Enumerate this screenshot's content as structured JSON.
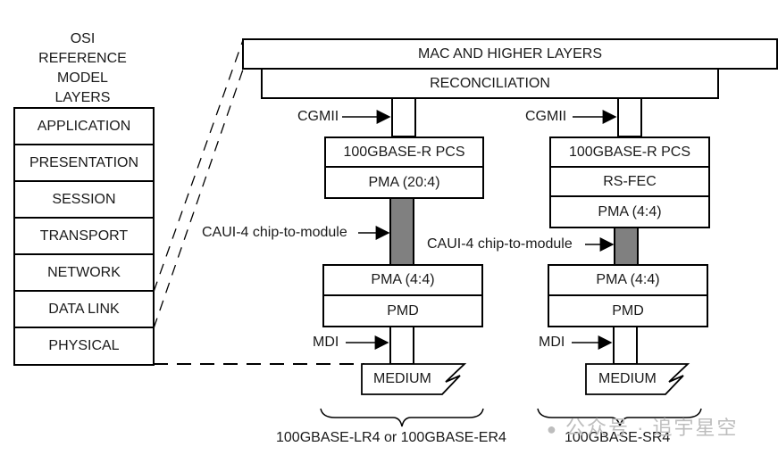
{
  "osi": {
    "heading": [
      "OSI",
      "REFERENCE",
      "MODEL",
      "LAYERS"
    ],
    "layers": [
      "APPLICATION",
      "PRESENTATION",
      "SESSION",
      "TRANSPORT",
      "NETWORK",
      "DATA LINK",
      "PHYSICAL"
    ]
  },
  "top": {
    "mac": "MAC AND HIGHER LAYERS",
    "reconciliation": "RECONCILIATION"
  },
  "left_stack": {
    "interface_label": "CGMII",
    "upper": [
      "100GBASE-R PCS",
      "PMA (20:4)"
    ],
    "link_label": "CAUI-4 chip-to-module",
    "lower": [
      "PMA (4:4)",
      "PMD"
    ],
    "mdi_label": "MDI",
    "medium": "MEDIUM",
    "caption": "100GBASE-LR4 or 100GBASE-ER4"
  },
  "right_stack": {
    "interface_label": "CGMII",
    "upper": [
      "100GBASE-R PCS",
      "RS-FEC",
      "PMA (4:4)"
    ],
    "link_label": "CAUI-4 chip-to-module",
    "lower": [
      "PMA (4:4)",
      "PMD"
    ],
    "mdi_label": "MDI",
    "medium": "MEDIUM",
    "caption": "100GBASE-SR4"
  },
  "watermark": "公众号 · 追宇星空",
  "colors": {
    "link_fill": "#808080",
    "line": "#000000"
  }
}
